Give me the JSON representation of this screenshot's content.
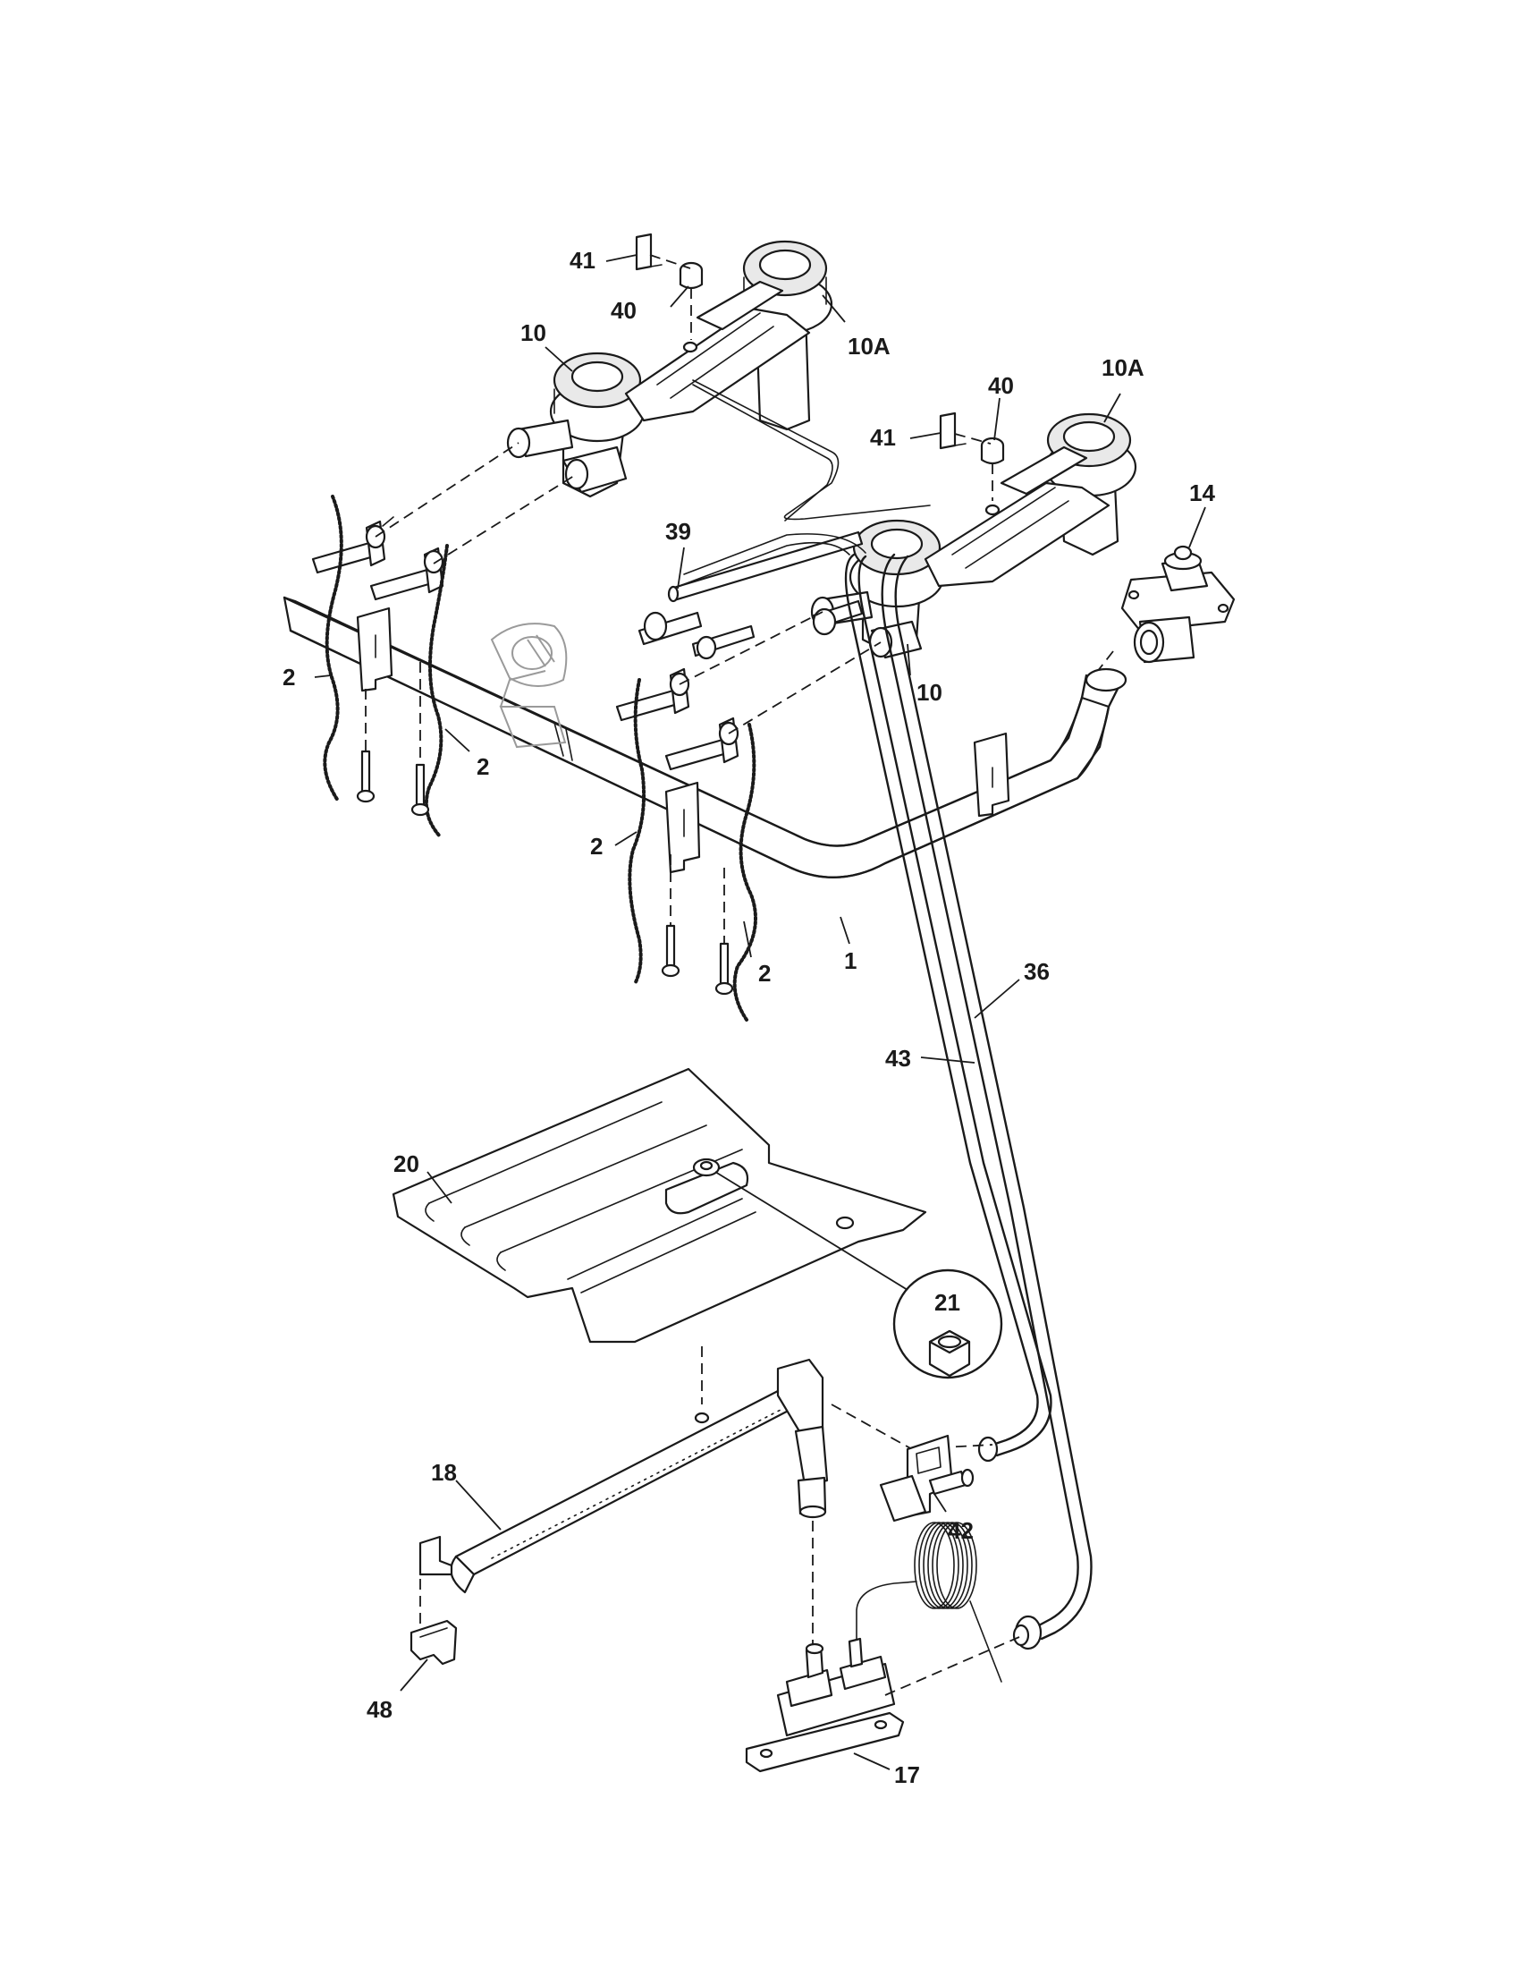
{
  "labels": {
    "l41a": "41",
    "l40a": "40",
    "l10a": "10",
    "l10Aa": "10A",
    "l41b": "41",
    "l40b": "40",
    "l10Ab": "10A",
    "l14": "14",
    "l39": "39",
    "l2a": "2",
    "l2b": "2",
    "l10b": "10",
    "l2c": "2",
    "l2d": "2",
    "l1": "1",
    "l36": "36",
    "l43": "43",
    "l20": "20",
    "l21": "21",
    "l18": "18",
    "l42": "42",
    "l48": "48",
    "l17": "17"
  }
}
